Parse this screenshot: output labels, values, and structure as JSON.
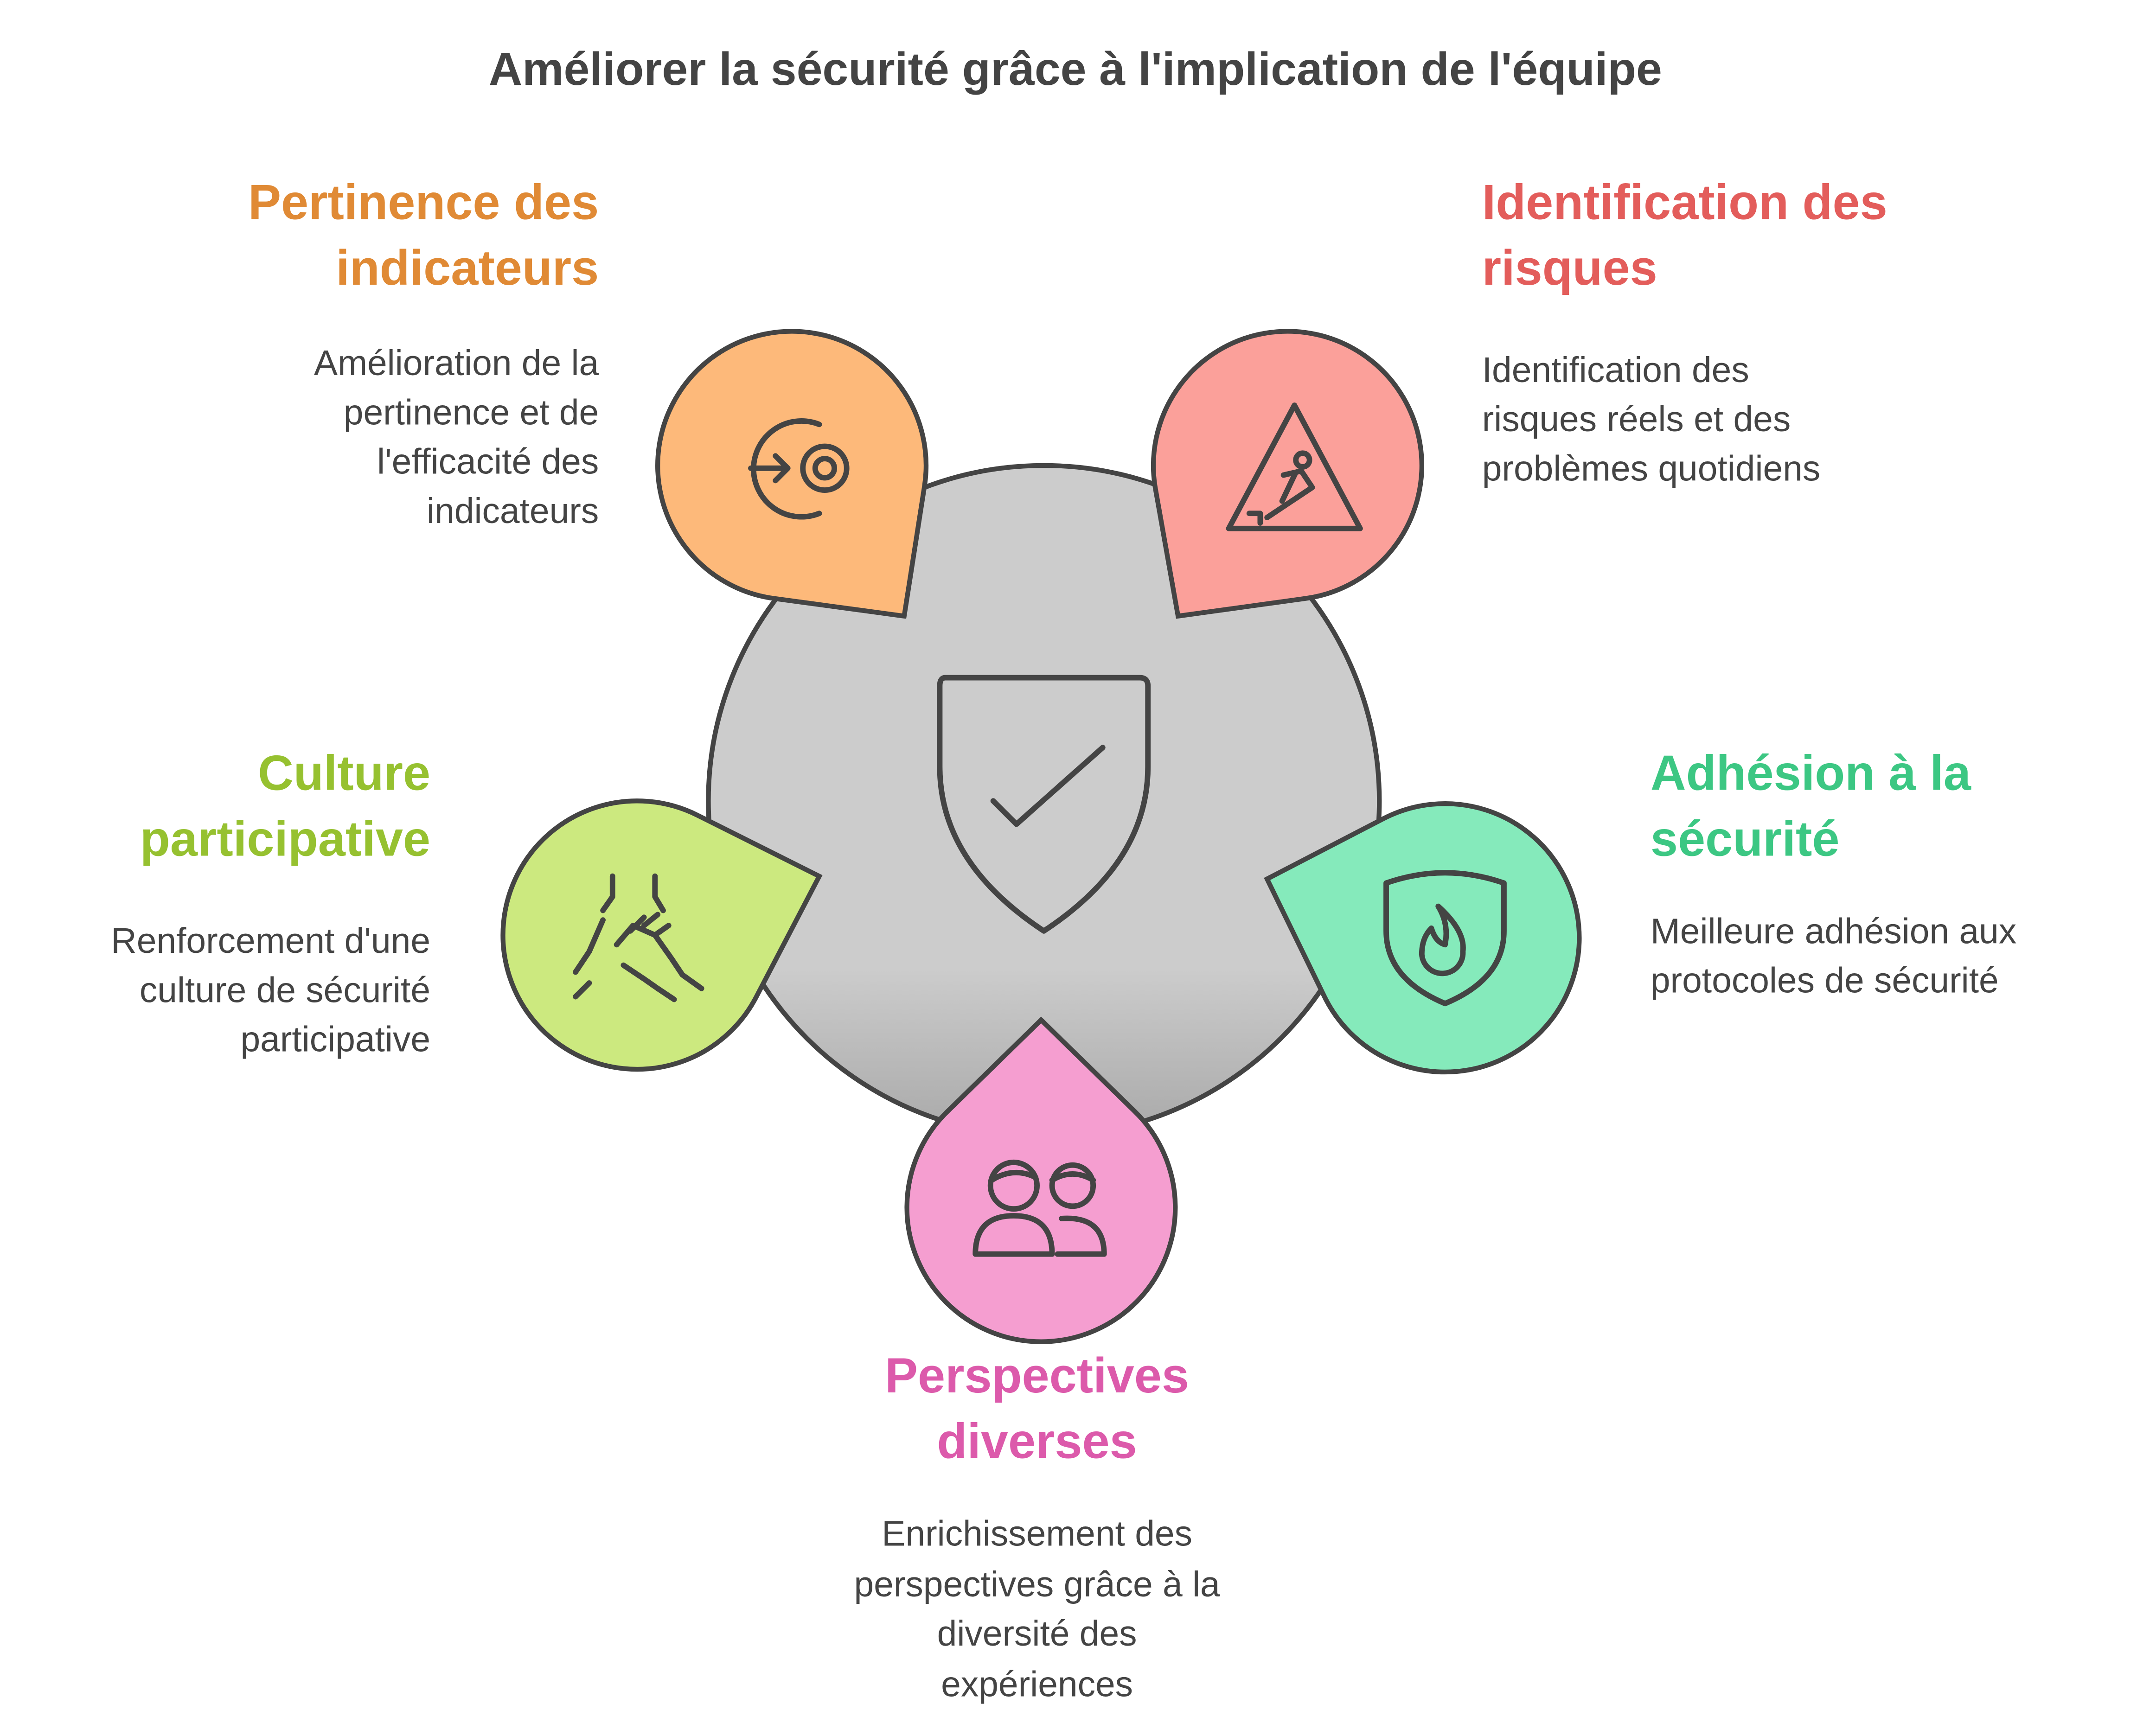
{
  "title": "Améliorer la sécurité grâce à l'implication de l'équipe",
  "center": {
    "icon": "shield-check-icon"
  },
  "items": [
    {
      "key": "pertinence",
      "color": "#fdb97a",
      "heading_color": "#e08a35",
      "icon": "target-arrow-icon",
      "heading": [
        "Pertinence des",
        "indicateurs"
      ],
      "body": [
        "Amélioration de la",
        "pertinence et de",
        "l'efficacité des",
        "indicateurs"
      ]
    },
    {
      "key": "risques",
      "color": "#fba09a",
      "heading_color": "#e35d5b",
      "icon": "slip-warning-icon",
      "heading": [
        "Identification des",
        "risques"
      ],
      "body": [
        "Identification des",
        "risques réels et des",
        "problèmes quotidiens"
      ]
    },
    {
      "key": "culture",
      "color": "#cce97f",
      "heading_color": "#96c130",
      "icon": "hands-together-icon",
      "heading": [
        "Culture",
        "participative"
      ],
      "body": [
        "Renforcement d'une",
        "culture de sécurité",
        "participative"
      ]
    },
    {
      "key": "adhesion",
      "color": "#85eabb",
      "heading_color": "#3cc783",
      "icon": "shield-flame-icon",
      "heading": [
        "Adhésion à la",
        "sécurité"
      ],
      "body": [
        "Meilleure adhésion aux",
        "protocoles de sécurité"
      ]
    },
    {
      "key": "perspectives",
      "color": "#f59ed0",
      "heading_color": "#dc5aab",
      "icon": "two-people-icon",
      "heading": [
        "Perspectives",
        "diverses"
      ],
      "body": [
        "Enrichissement des",
        "perspectives grâce à la",
        "diversité des",
        "expériences"
      ]
    }
  ]
}
